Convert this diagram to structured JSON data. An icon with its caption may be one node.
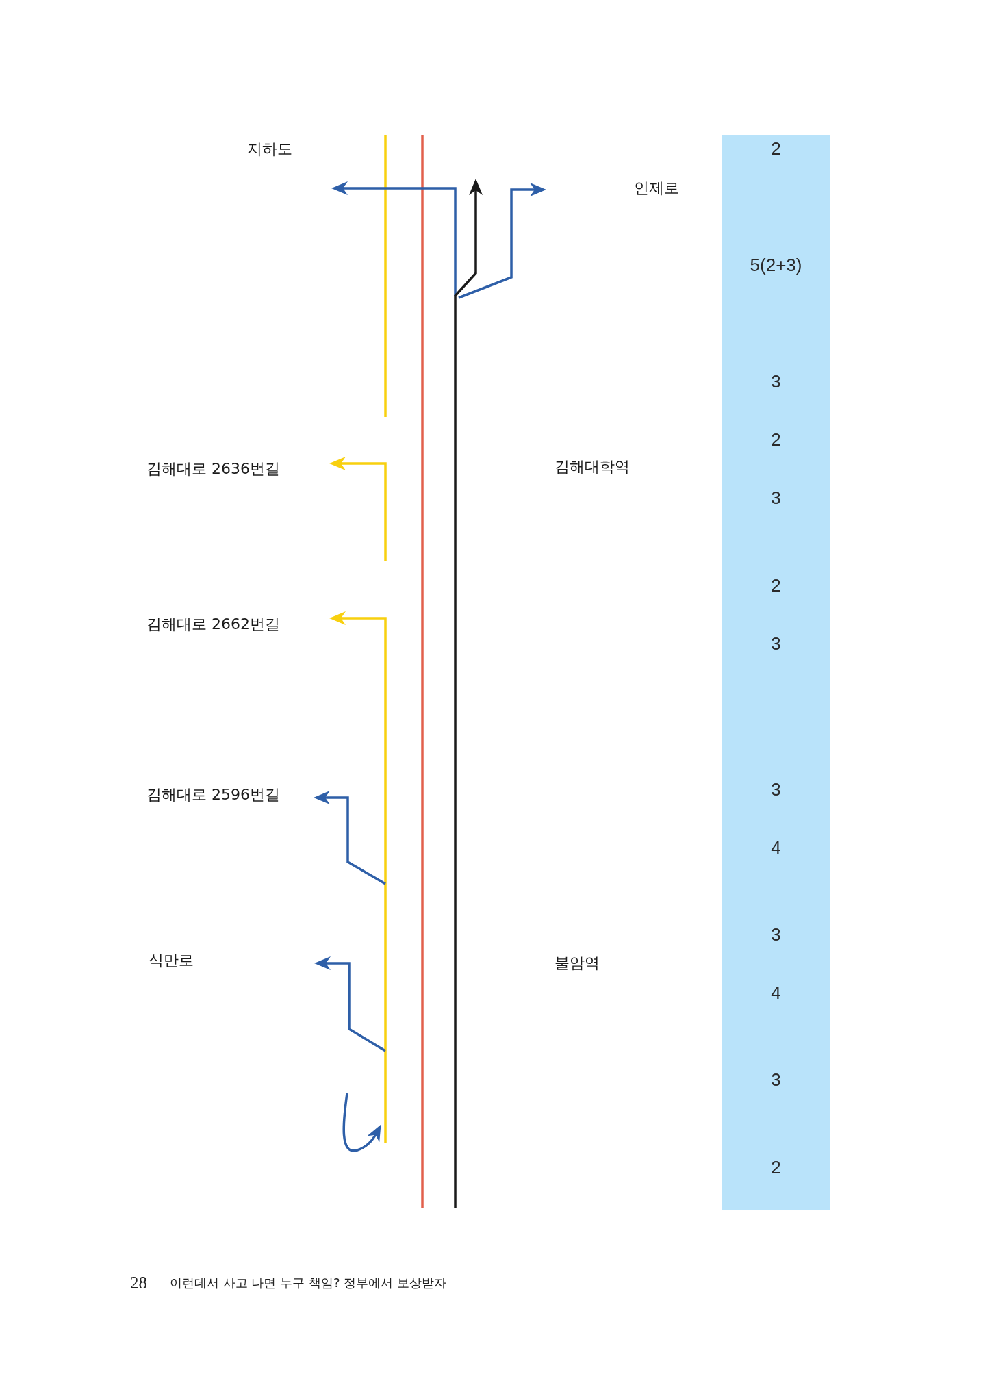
{
  "diagram": {
    "nodes": [
      {
        "text": [
          "2",
          "5(2+3)",
          "3",
          "2",
          "3",
          "2",
          "3",
          "3",
          "4",
          "3",
          "4",
          "3",
          "2"
        ]
      }
    ],
    "labels": [
      "지하도",
      "인제로",
      "김해대로 2636번길",
      "김해대학역",
      "김해대로 2662번길",
      "김해대로 2596번길",
      "식만로",
      "불암역",
      "28",
      "이런데서 사고 나면 누구 책임? 정부에서 보상받자"
    ]
  }
}
